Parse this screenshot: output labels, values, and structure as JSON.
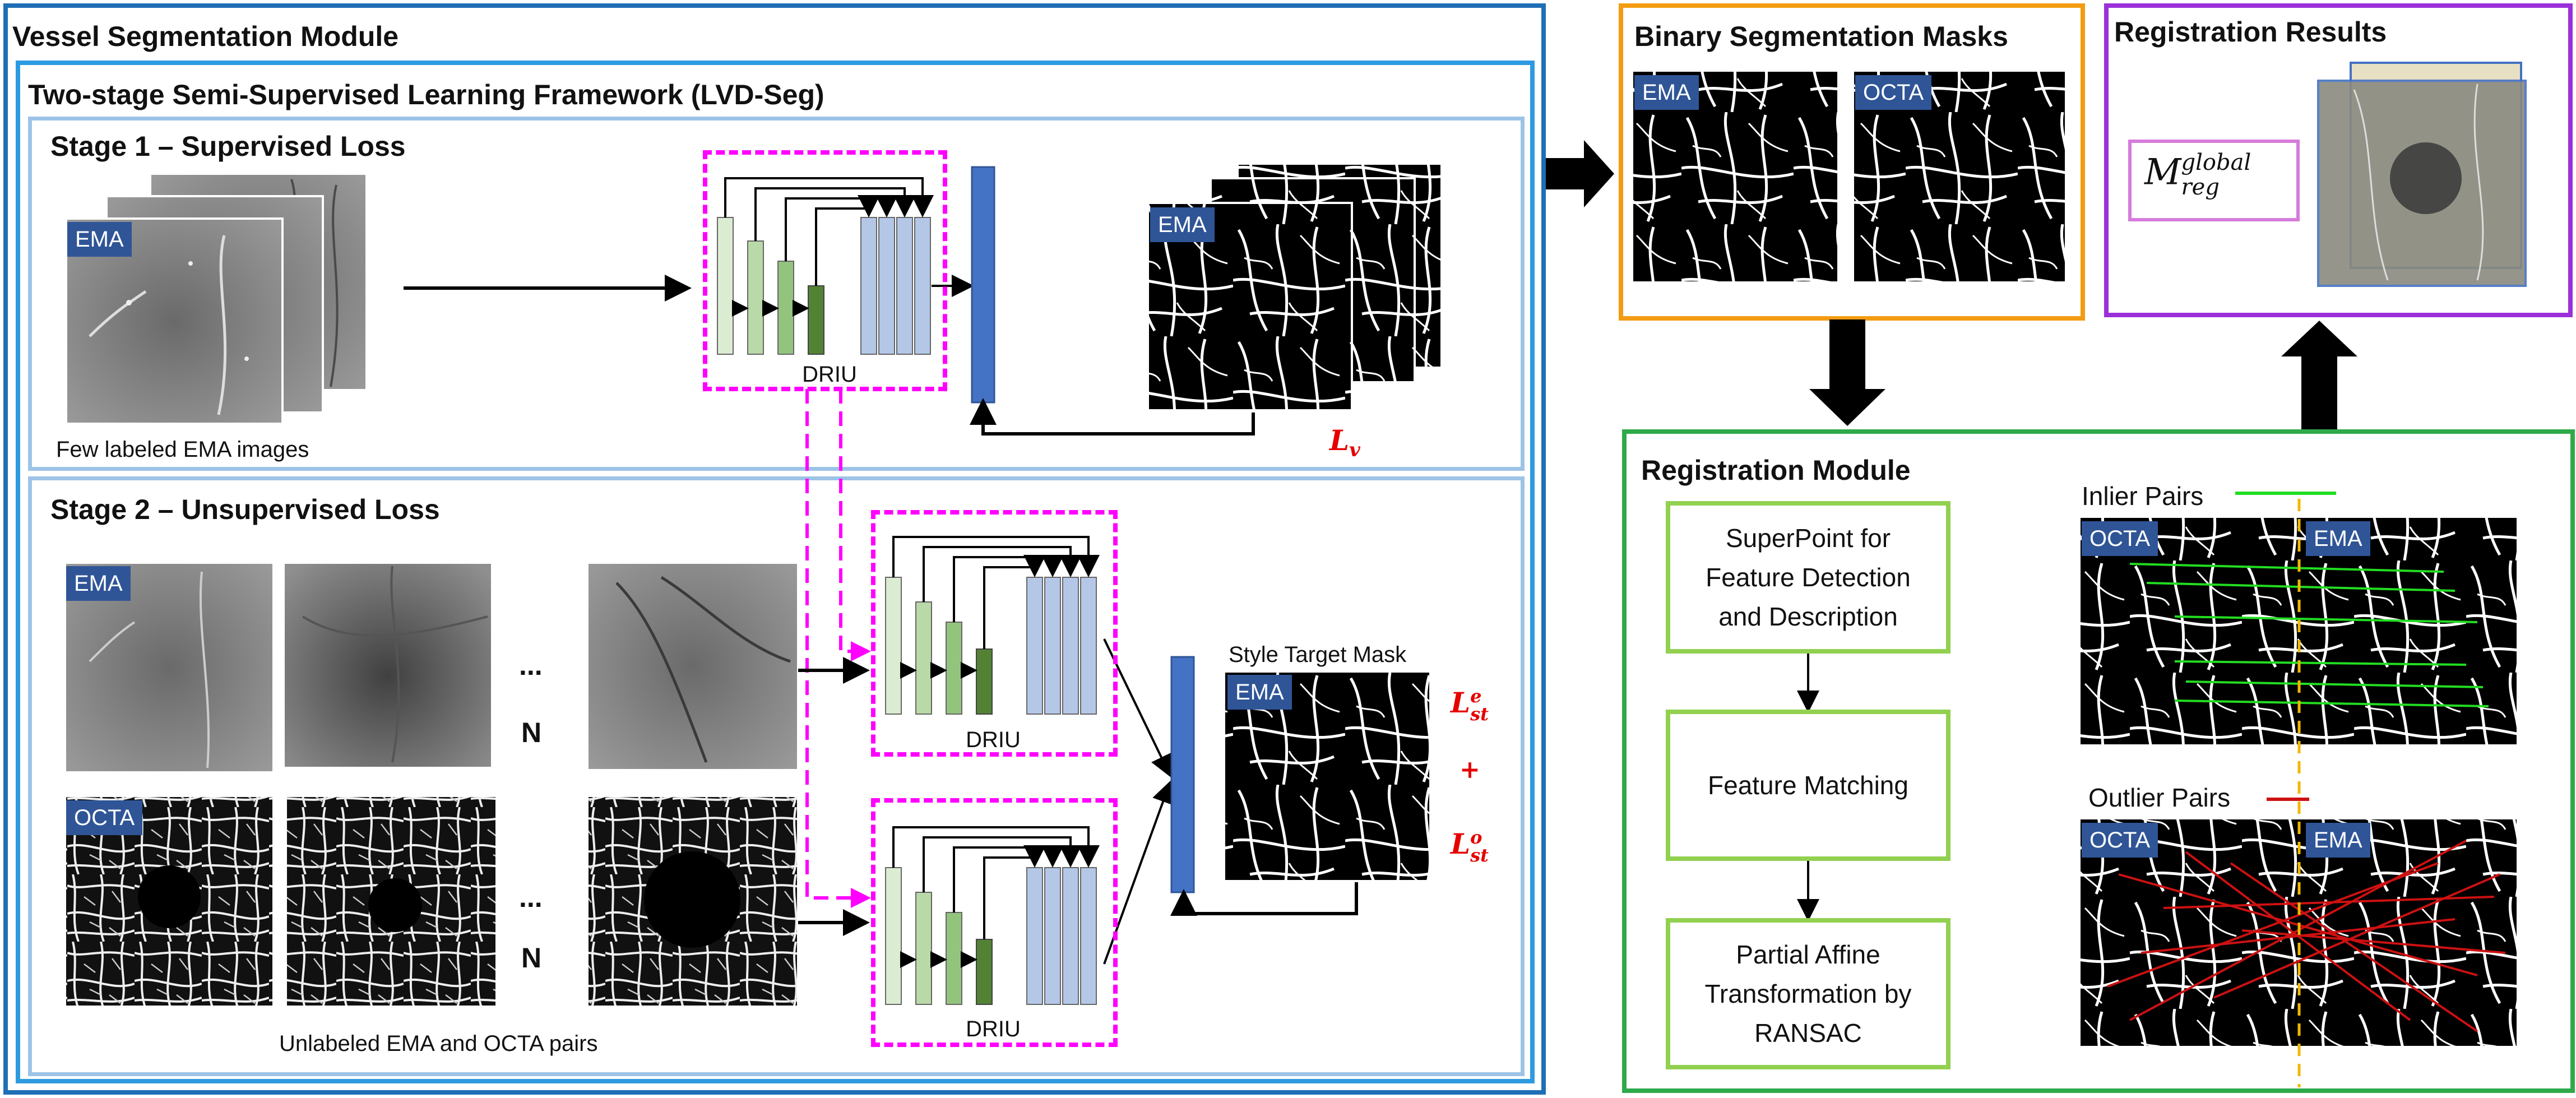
{
  "vessel_module": {
    "title": "Vessel Segmentation Module",
    "framework_title": "Two-stage Semi-Supervised Learning Framework (LVD-Seg)",
    "stage1": {
      "title": "Stage 1 – Supervised Loss",
      "caption": "Few labeled EMA images",
      "driu_label": "DRIU",
      "ema_tag": "EMA",
      "mask_tag": "EMA",
      "loss": "L",
      "loss_sub": "v"
    },
    "stage2": {
      "title": "Stage 2 – Unsupervised Loss",
      "caption": "Unlabeled EMA and OCTA pairs",
      "ema_tag": "EMA",
      "octa_tag": "OCTA",
      "ellipsis": "...",
      "n_label": "N",
      "driu_label": "DRIU",
      "style_target_label": "Style Target Mask",
      "mask_tag": "EMA",
      "loss_e": "L",
      "loss_e_sup": "e",
      "loss_e_sub": "st",
      "plus": "+",
      "loss_o": "L",
      "loss_o_sup": "o",
      "loss_o_sub": "st"
    }
  },
  "binary_masks": {
    "title": "Binary Segmentation Masks",
    "ema_tag": "EMA",
    "octa_tag": "OCTA"
  },
  "registration_results": {
    "title": "Registration Results",
    "formula_base": "M",
    "formula_sup": "global",
    "formula_sub": "reg"
  },
  "registration_module": {
    "title": "Registration Module",
    "steps": [
      "SuperPoint for Feature Detection and Description",
      "Feature Matching",
      "Partial Affine Transformation by RANSAC"
    ],
    "inlier_label": "Inlier Pairs",
    "outlier_label": "Outlier Pairs",
    "octa_tag": "OCTA",
    "ema_tag": "EMA"
  },
  "colors": {
    "outer_blue": "#1f6fb5",
    "framework_blue": "#2e9be0",
    "stage_blue": "#9dc3e6",
    "orange": "#f39c12",
    "purple": "#9b30d9",
    "green": "#2eaa4a",
    "light_green": "#92d050",
    "magenta": "#ff00ff",
    "loss_red": "#e60000",
    "inlier": "#22dd22",
    "outlier": "#cc1111"
  }
}
